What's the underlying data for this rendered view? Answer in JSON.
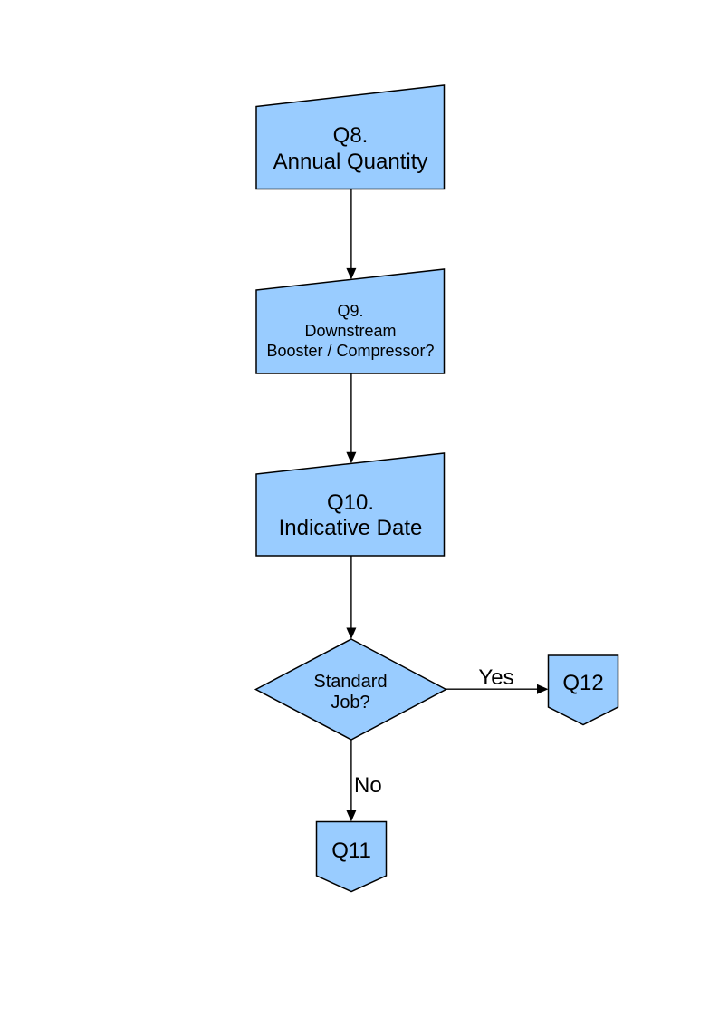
{
  "diagram": {
    "background_color": "#ffffff",
    "node_fill": "#99CCFF",
    "node_stroke": "#000000",
    "nodes": {
      "q8": {
        "shape": "manual-input",
        "lines": [
          "Q8.",
          "Annual Quantity"
        ]
      },
      "q9": {
        "shape": "manual-input",
        "lines": [
          "Q9.",
          "Downstream",
          "Booster / Compressor?"
        ]
      },
      "q10": {
        "shape": "manual-input",
        "lines": [
          "Q10.",
          "Indicative Date"
        ]
      },
      "standard_job": {
        "shape": "decision",
        "lines": [
          "Standard",
          "Job?"
        ]
      },
      "q12": {
        "shape": "off-page-connector",
        "label": "Q12"
      },
      "q11": {
        "shape": "off-page-connector",
        "label": "Q11"
      }
    },
    "connectors": [
      {
        "from": "q8",
        "to": "q9",
        "label": ""
      },
      {
        "from": "q9",
        "to": "q10",
        "label": ""
      },
      {
        "from": "q10",
        "to": "standard_job",
        "label": ""
      },
      {
        "from": "standard_job",
        "to": "q12",
        "label": "Yes"
      },
      {
        "from": "standard_job",
        "to": "q11",
        "label": "No"
      }
    ]
  }
}
